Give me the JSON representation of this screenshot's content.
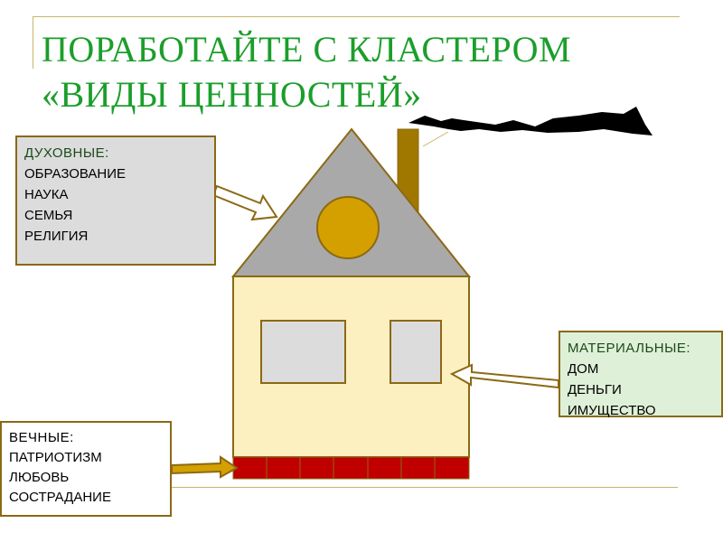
{
  "slide": {
    "title_line1": "ПОРАБОТАЙТЕ С  КЛАСТЕРОМ",
    "title_line2": "«ВИДЫ ЦЕННОСТЕЙ»"
  },
  "boxes": {
    "spiritual": {
      "heading": "ДУХОВНЫЕ:",
      "items": [
        "ОБРАЗОВАНИЕ",
        "НАУКА",
        "СЕМЬЯ",
        "РЕЛИГИЯ"
      ]
    },
    "material": {
      "heading": "МАТЕРИАЛЬНЫЕ:",
      "items": [
        "ДОМ",
        "ДЕНЬГИ",
        "ИМУЩЕСТВО"
      ]
    },
    "eternal": {
      "heading": "ВЕЧНЫЕ:",
      "items": [
        "ПАТРИОТИЗМ",
        "ЛЮБОВЬ",
        "СОСТРАДАНИЕ"
      ]
    }
  },
  "colors": {
    "title": "#1b9e2b",
    "roof": "#a9a9a9",
    "wall": "#fdf0c0",
    "foundation": "#c00000",
    "sun_window": "#d4a000",
    "chimney": "#a07800",
    "outline": "#8b6914"
  }
}
